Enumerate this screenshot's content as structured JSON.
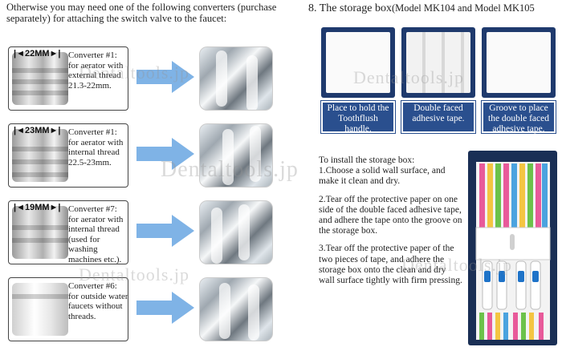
{
  "intro_text": "Otherwise you may need one of the following converters (purchase separately) for attaching the switch valve to the faucet:",
  "converters": [
    {
      "size": "22MM",
      "text": "Converter #1: for aerator with external thread 21.3-22mm."
    },
    {
      "size": "23MM",
      "text": "Converter #1: for aerator with internal thread 22.5-23mm."
    },
    {
      "size": "19MM",
      "text": "Converter #7: for aerator with internal thread (used for washing machines etc.)."
    },
    {
      "size": "",
      "text": "Converter #6: for outside water faucets without threads."
    }
  ],
  "storage": {
    "heading": "8. The storage box",
    "models": "(Model MK104 and Model MK105",
    "labels": [
      "Place to hold the Toothflush handle.",
      "Double faced adhesive tape.",
      "Groove to place the double faced adhesive tape."
    ],
    "instructions_title": "To install the storage box:",
    "steps": [
      "1.Choose a solid wall surface, and make it clean and dry.",
      "2.Tear off the protective paper on one side of the double faced adhesive tape, and adhere the tape onto the groove on the storage box.",
      "3.Tear off the protective paper of the two pieces of tape, and adhere the storage box onto the clean and dry wall surface tightly with firm pressing."
    ]
  },
  "watermark": "Dentaltools.jp",
  "colors": {
    "arrow": "#7fb3e6",
    "label_bg": "#2a4f8e",
    "panel_bg": "#1f3a6d"
  }
}
